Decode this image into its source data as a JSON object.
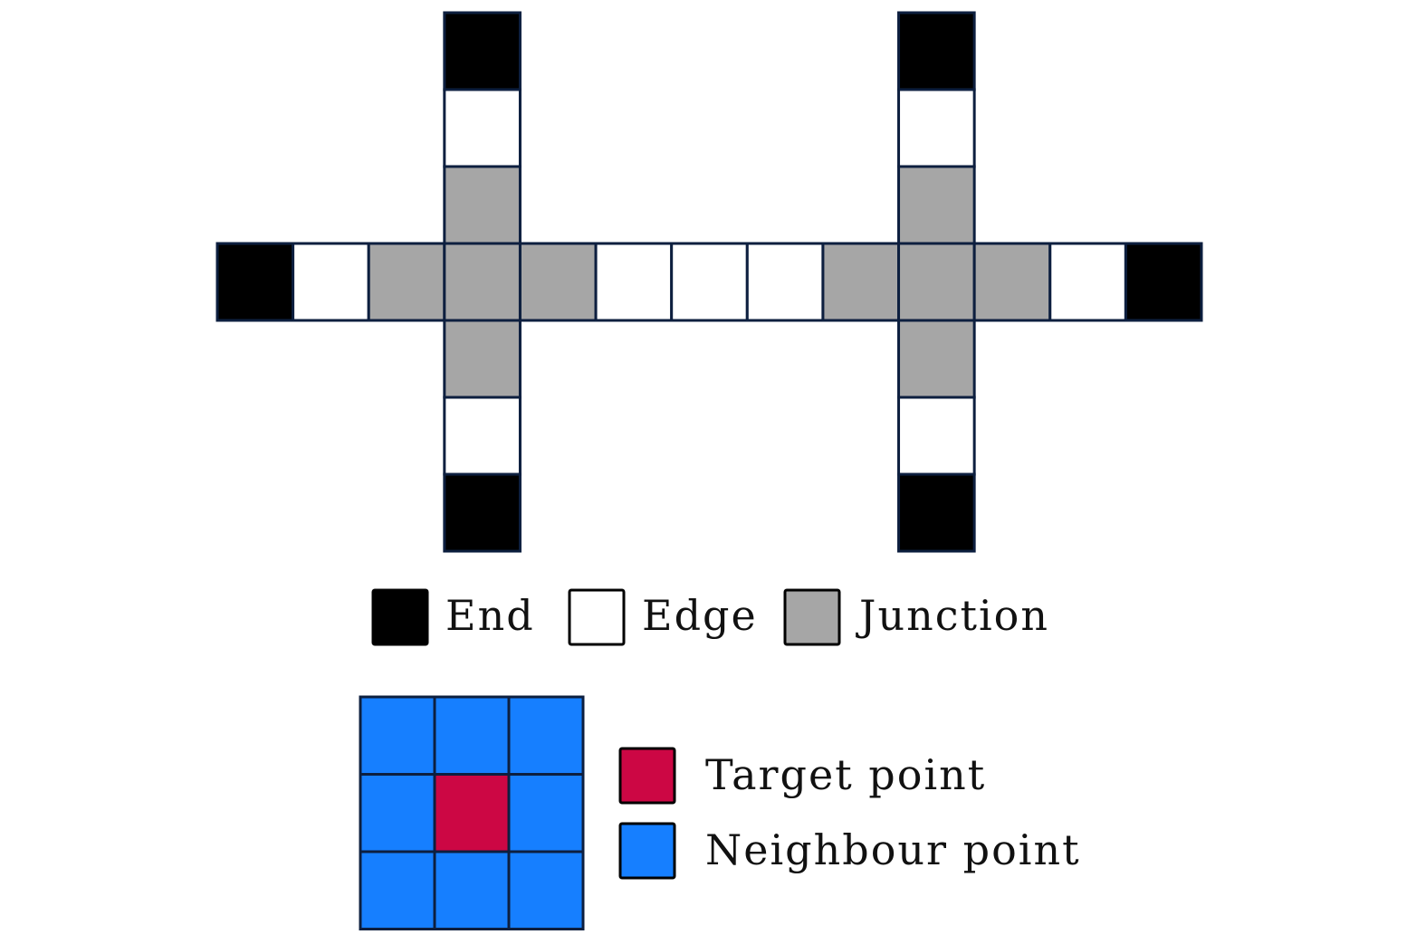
{
  "colors": {
    "end": "#000000",
    "edge": "#ffffff",
    "junction": "#a6a6a6",
    "target": "#cc0744",
    "neighbour": "#167fff",
    "stroke": "#0d1f3f"
  },
  "skeleton": {
    "horizontal_row": [
      "end",
      "edge",
      "junction",
      "junction",
      "junction",
      "edge",
      "edge",
      "edge",
      "junction",
      "junction",
      "junction",
      "edge",
      "end"
    ],
    "vertical_branches": [
      {
        "column_index": 3,
        "above": [
          "end",
          "edge",
          "junction"
        ],
        "below": [
          "junction",
          "edge",
          "end"
        ]
      },
      {
        "column_index": 9,
        "above": [
          "end",
          "edge",
          "junction"
        ],
        "below": [
          "junction",
          "edge",
          "end"
        ]
      }
    ]
  },
  "legend_types": [
    {
      "key": "end",
      "label": "End"
    },
    {
      "key": "edge",
      "label": "Edge"
    },
    {
      "key": "junction",
      "label": "Junction"
    }
  ],
  "neighbourhood": {
    "grid": [
      [
        "neighbour",
        "neighbour",
        "neighbour"
      ],
      [
        "neighbour",
        "target",
        "neighbour"
      ],
      [
        "neighbour",
        "neighbour",
        "neighbour"
      ]
    ]
  },
  "legend_points": [
    {
      "key": "target",
      "label": "Target point"
    },
    {
      "key": "neighbour",
      "label": "Neighbour point"
    }
  ]
}
